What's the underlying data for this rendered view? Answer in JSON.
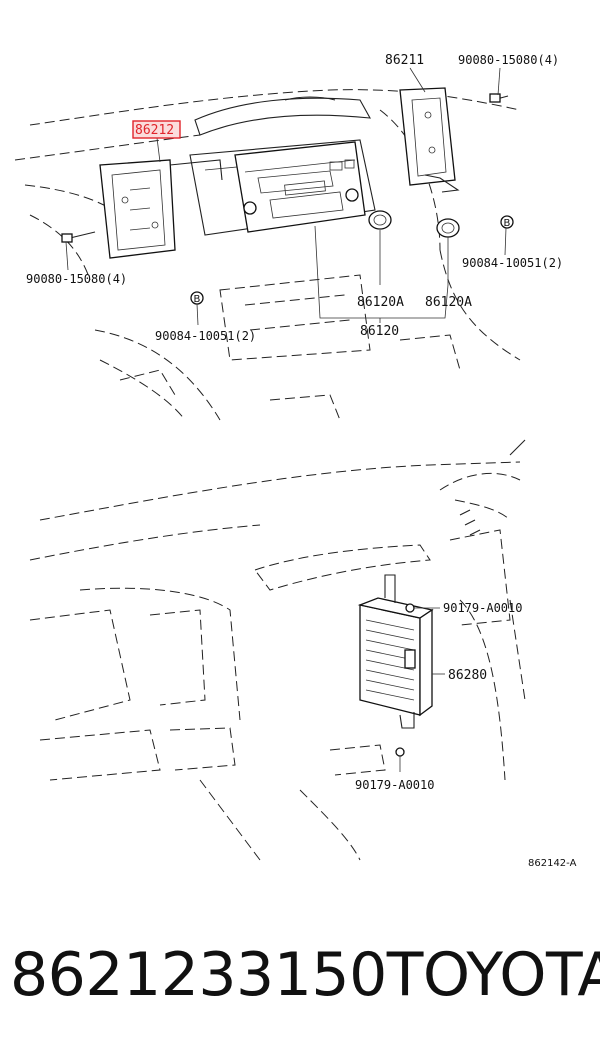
{
  "diagram": {
    "callouts": {
      "c_86211": "86211",
      "c_bolt_tr": "90080-15080(4)",
      "c_86212": "86212",
      "c_bolt_l": "90080-15080(4)",
      "c_clip_r": "90084-10051(2)",
      "c_knob_a": "86120A",
      "c_knob_b": "86120A",
      "c_86120": "86120",
      "c_clip_l": "90084-10051(2)",
      "c_nut_top": "90179-A0010",
      "c_86280": "86280",
      "c_nut_bot": "90179-A0010",
      "c_ref": "862142-A"
    },
    "marker_letter": "B",
    "highlight_color": "#e0242b"
  },
  "caption": {
    "part_number": "8621233150",
    "brand": "TOYOTA"
  }
}
